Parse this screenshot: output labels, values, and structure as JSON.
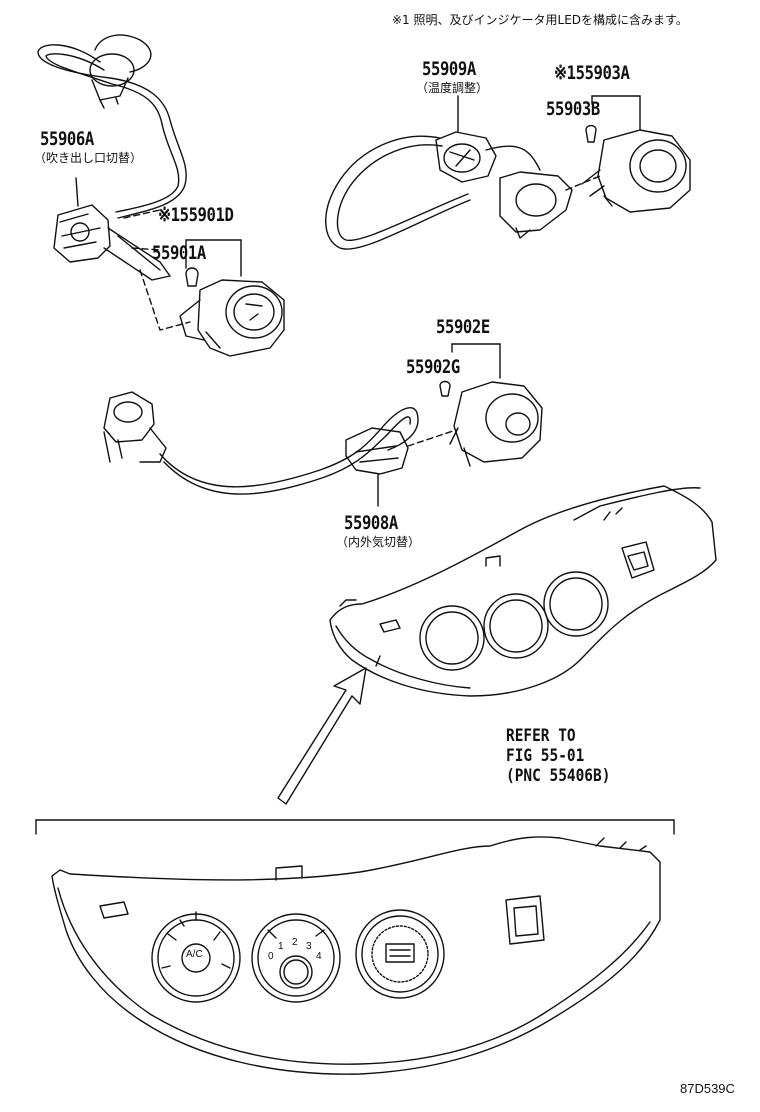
{
  "header_note": "※1 照明、及びインジケータ用LEDを構成に含みます。",
  "parts": {
    "p55906A": {
      "number": "55906A",
      "desc": "（吹き出し口切替）"
    },
    "p55901D": {
      "number": "※155901D"
    },
    "p55901A": {
      "number": "55901A"
    },
    "p55909A": {
      "number": "55909A",
      "desc": "（温度調整）"
    },
    "p55903A": {
      "number": "※155903A"
    },
    "p55903B": {
      "number": "55903B"
    },
    "p55902E": {
      "number": "55902E"
    },
    "p55902G": {
      "number": "55902G"
    },
    "p55908A": {
      "number": "55908A",
      "desc": "（内外気切替）"
    }
  },
  "refer": {
    "line1": "REFER TO",
    "line2": "FIG 55-01",
    "line3": "(PNC 55406B)"
  },
  "panel_labels": {
    "ac": "A/C",
    "fan_speeds": [
      "0",
      "1",
      "2",
      "3",
      "4"
    ]
  },
  "figure_code": "87D539C"
}
